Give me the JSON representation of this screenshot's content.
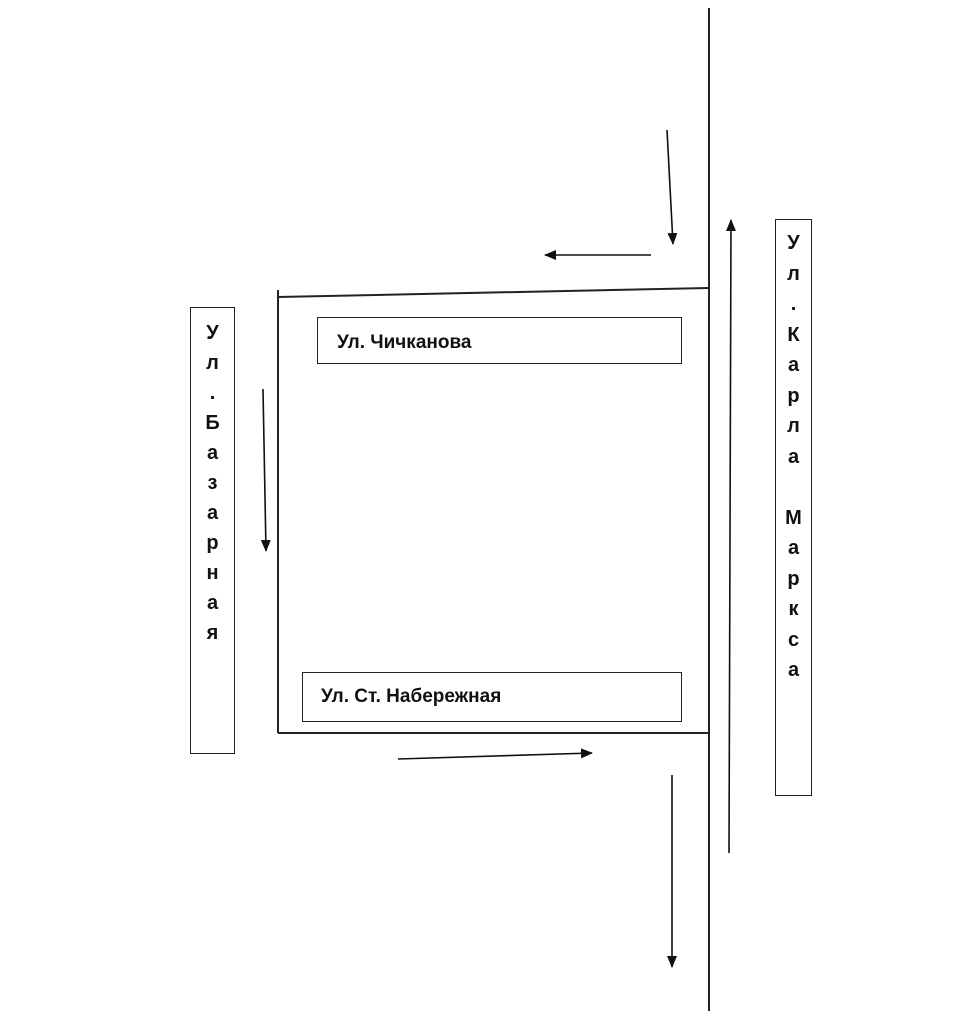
{
  "streets": {
    "chichkanova": "Ул. Чичканова",
    "naberezhnaya": "Ул. Ст. Набережная",
    "bazarnaya": "Ул. Базарная",
    "marksa": "Ул. Карла Маркса"
  },
  "vertical_labels": {
    "bazarnaya": [
      "У",
      "л",
      ".",
      "Б",
      "а",
      "з",
      "а",
      "р",
      "н",
      "а",
      "я"
    ],
    "marksa": [
      "У",
      "л",
      ".",
      "К",
      "а",
      "р",
      "л",
      "а",
      "",
      "М",
      "а",
      "р",
      "к",
      "с",
      "а"
    ]
  },
  "colors": {
    "line": "#222222",
    "background": "#ffffff"
  }
}
